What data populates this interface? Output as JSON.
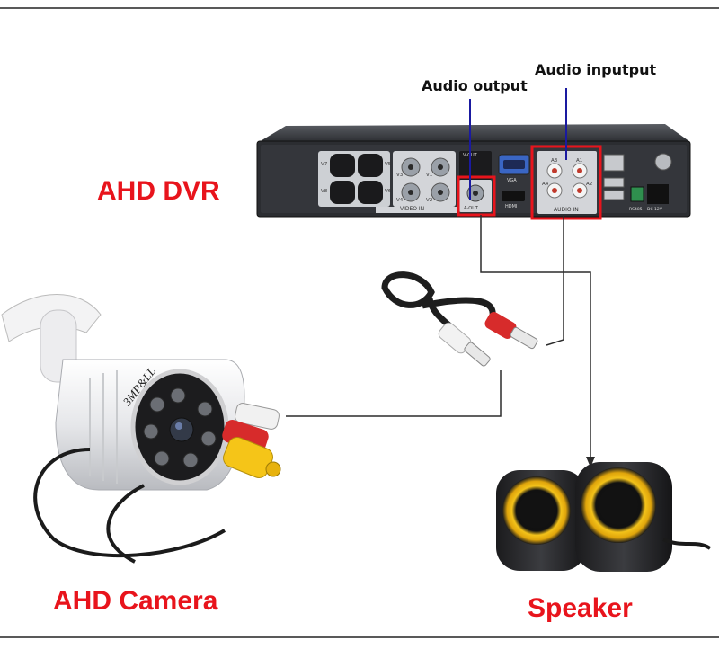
{
  "labels": {
    "dvr": "AHD DVR",
    "camera": "AHD Camera",
    "speaker": "Speaker",
    "audio_output": "Audio output",
    "audio_input": "Audio inputput"
  },
  "dvr_panel": {
    "video_in": "VIDEO IN",
    "audio_in": "AUDIO IN",
    "a_out": "A-OUT",
    "hdmi": "HDMI",
    "vga": "VGA",
    "rs485": "RS485",
    "dc": "DC 12V",
    "video_out": "V-OUT",
    "video_ports": [
      "V3",
      "V1",
      "V4",
      "V2"
    ],
    "audio_ports": [
      "A3",
      "A1",
      "A4",
      "A2"
    ],
    "knockouts": [
      "V7",
      "V5",
      "V8",
      "V6"
    ]
  },
  "camera_brand": "3MP&LL",
  "colors": {
    "accent_red": "#e8141c",
    "callout_blue": "#1a1aa0",
    "dvr_body": "#2b2d31"
  }
}
